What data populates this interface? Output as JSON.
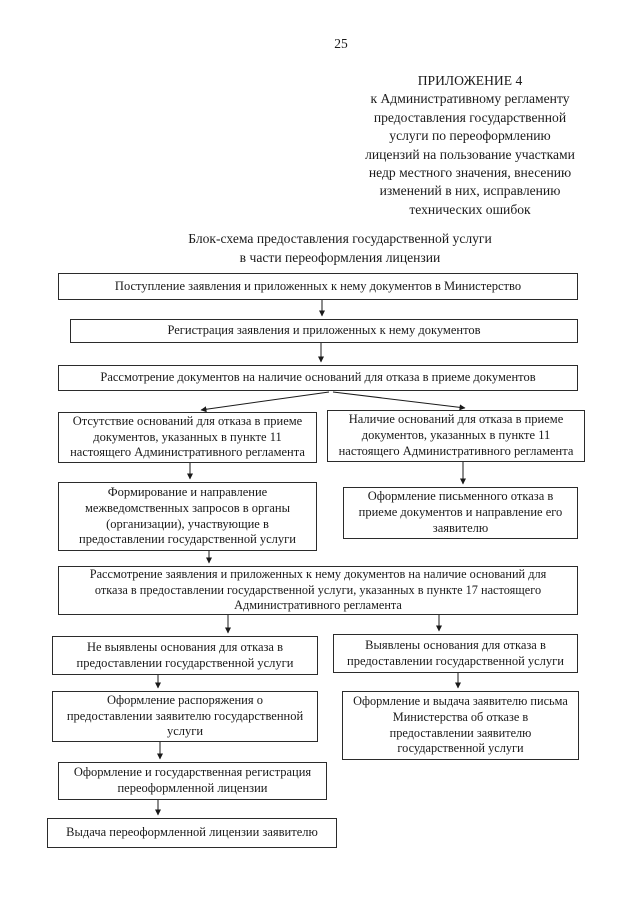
{
  "page_number": "25",
  "appendix": {
    "title": "ПРИЛОЖЕНИЕ 4",
    "body": "к Административному регламенту\nпредоставления государственной\nуслуги по переоформлению\nлицензий на пользование участками\nнедр местного значения, внесению\nизменений в них, исправлению\nтехнических ошибок"
  },
  "diagram": {
    "title": "Блок-схема предоставления государственной услуги\nв части переоформления лицензии",
    "boxes": {
      "b1": "Поступление заявления и приложенных к нему документов в Министерство",
      "b2": "Регистрация заявления и приложенных к нему документов",
      "b3": "Рассмотрение документов на наличие оснований для отказа в приеме документов",
      "b4": "Отсутствие оснований для отказа в приеме\nдокументов, указанных в пункте 11\nнастоящего Административного регламента",
      "b5": "Наличие оснований для отказа в приеме\nдокументов, указанных в пункте 11\nнастоящего Административного регламента",
      "b6": "Формирование и направление\nмежведомственных запросов в органы\n(организации), участвующие в\nпредоставлении государственной услуги",
      "b7": "Оформление письменного отказа в\nприеме документов и направление его\nзаявителю",
      "b8": "Рассмотрение заявления и приложенных к нему документов на наличие оснований для\nотказа в предоставлении государственной услуги, указанных в пункте 17 настоящего\nАдминистративного регламента",
      "b9": "Не выявлены основания для отказа в\nпредоставлении государственной услуги",
      "b10": "Выявлены основания для отказа в\nпредоставлении государственной услуги",
      "b11": "Оформление распоряжения о\nпредоставлении заявителю государственной\nуслуги",
      "b12": "Оформление и выдача заявителю письма\nМинистерства об отказе в\nпредоставлении заявителю\nгосударственной услуги",
      "b13": "Оформление и государственная регистрация\nпереоформленной лицензии",
      "b14": "Выдача переоформленной лицензии заявителю"
    },
    "edges": [
      [
        "b1",
        "b2"
      ],
      [
        "b2",
        "b3"
      ],
      [
        "b3",
        "b4"
      ],
      [
        "b3",
        "b5"
      ],
      [
        "b4",
        "b6"
      ],
      [
        "b5",
        "b7"
      ],
      [
        "b6",
        "b8"
      ],
      [
        "b8",
        "b9"
      ],
      [
        "b8",
        "b10"
      ],
      [
        "b9",
        "b11"
      ],
      [
        "b10",
        "b12"
      ],
      [
        "b11",
        "b13"
      ],
      [
        "b13",
        "b14"
      ]
    ],
    "ink_color": "#1a1a1a",
    "paper_color": "#ffffff"
  }
}
